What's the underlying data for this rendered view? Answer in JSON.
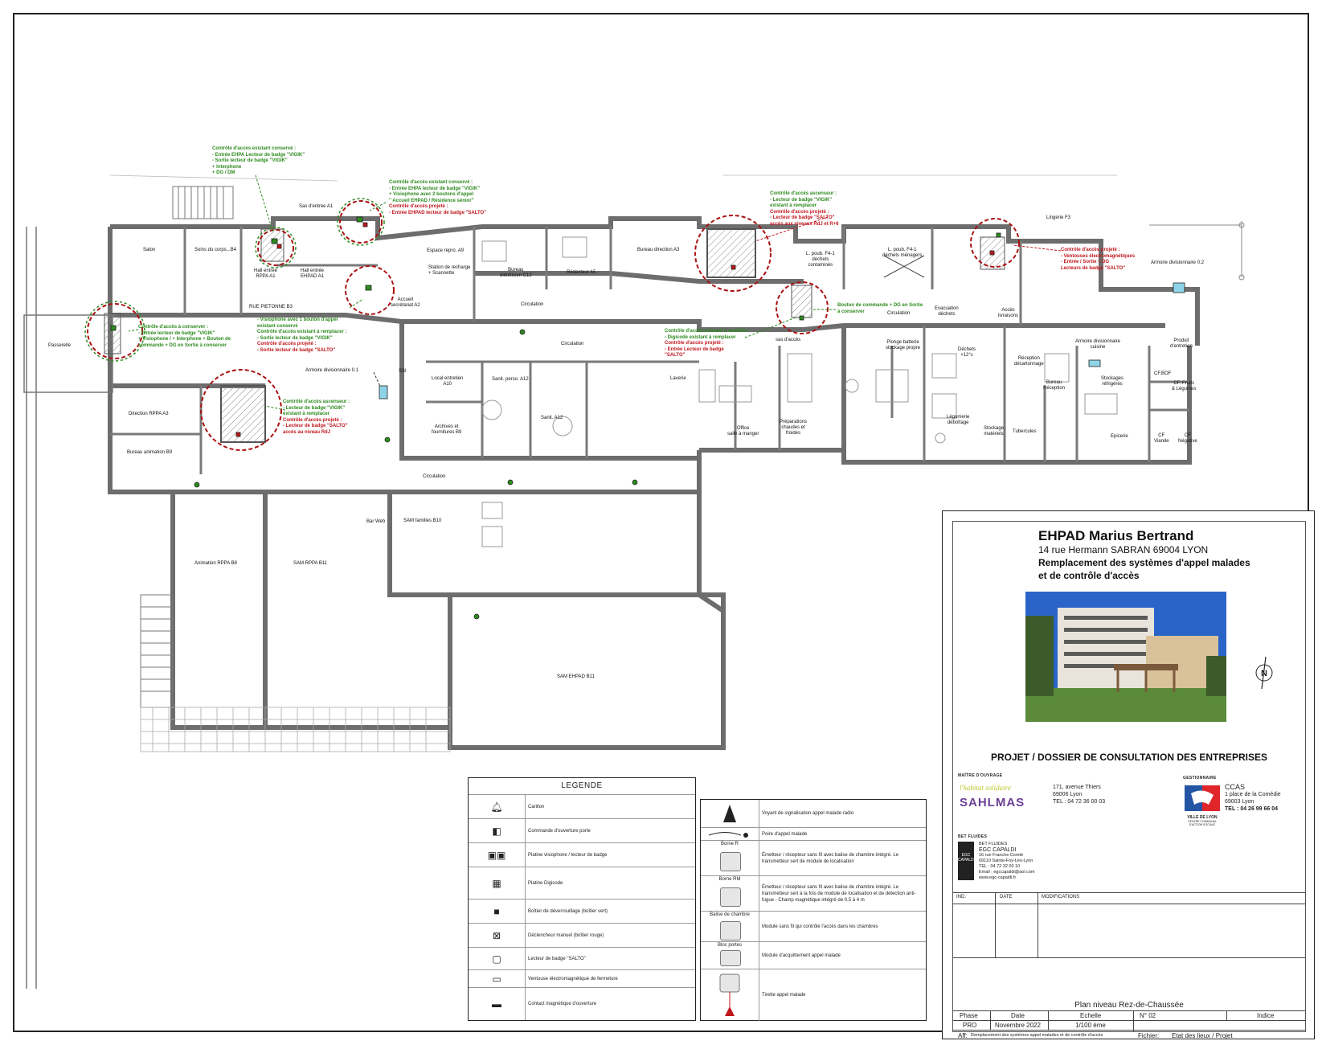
{
  "annotations": {
    "a1": {
      "green": [
        "Contrôle d'accès existant conservé :",
        "- Entrée EHPA Lecteur de badge \"VIGIK\"",
        "- Sortie lecteur de badge \"VIGIK\"",
        "+ Interphone",
        "+ DG / DM"
      ]
    },
    "a2": {
      "green": [
        "Contrôle d'accès existant conservé :",
        "- Entrée EHPA lecteur de badge \"VIGIK\"",
        "+ Visiophone avec 2 boutons d'appel",
        "\" Accueil EHPAD / Résidence sénior\""
      ],
      "red": [
        "Contrôle d'accès projeté :",
        "- Entrée EHPAD lecteur de badge \"SALTO\""
      ]
    },
    "a3": {
      "green": [
        "Contrôle d'accès ascenseur :",
        "- Lecteur de badge \"VIGIK\"",
        "existant à remplacer"
      ],
      "red": [
        "Contrôle d'accès projeté :",
        "- Lecteur de badge \"SALTO\"",
        "accès aux niveaux RdJ et R+6"
      ]
    },
    "a4": {
      "red": [
        "Contrôle d'accès projeté :",
        "- Ventouses électromagnétiques",
        "- Entrée / Sortie + DG",
        "Lecteurs de badge \"SALTO\""
      ]
    },
    "a5": {
      "green": [
        "Contrôle d'accès à conserver :",
        "- Entrée lecteur de badge \"VIGIK\"",
        "+ Visiophone / + Interphone + Bouton de",
        "commande + DG en Sortie à conserver"
      ]
    },
    "a6": {
      "green": [
        "- Visiophone avec 1 bouton d'appel",
        "existant conservé",
        "Contrôle d'accès existant à remplacer :",
        "- Sortie lecteur de badge \"VIGIK\""
      ],
      "red": [
        "Contrôle d'accès projeté :",
        "- Sortie lecteur de badge \"SALTO\""
      ]
    },
    "a7": {
      "green": [
        "Bouton de commande + DG en Sortie",
        "à conserver"
      ]
    },
    "a8": {
      "green": [
        "Contrôle d'accès existant à modifier :",
        "- Digicode existant à remplacer"
      ],
      "red": [
        "Contrôle d'accès projeté :",
        "- Entrée Lecteur de badge",
        "\"SALTO\""
      ]
    },
    "a9": {
      "green": [
        "Contrôle d'accès ascenseur :",
        "- Lecteur de badge \"VIGIK\"",
        "existant à remplacer"
      ],
      "red": [
        "Contrôle d'accès projeté :",
        "- Lecteur de badge \"SALTO\"",
        "accès au niveau RdJ"
      ]
    }
  },
  "rooms": {
    "sas": "Sas d'entrée A1",
    "salon": "Salon",
    "soins": "Soins du corps...B4",
    "hall_rppa": "Hall entrée\nRPPA A1",
    "hall_ehpad": "Hall entrée\nEHPAD A1",
    "espace_repro": "Espace repro. A9",
    "station": "Station de recharge\n+ Scannette",
    "bureau_diet": "Bureau\ndiététicien C12",
    "redacteur": "Rédacteur A5",
    "bureau_direction": "Bureau direction A3",
    "lpoub1": "L. poub. F4-1\ndéchets\ncontaminés",
    "lpoub2": "L. poub. F4-1\ndéchets ménagers",
    "lingerie": "Lingerie F3",
    "armoire_02": "Armoire divisionnaire 0.2",
    "rue": "RUE PIETONNE B3",
    "accueil": "Accueil\nsecrétariat A2",
    "circulation": "Circulation",
    "passerelle": "Passerelle",
    "armoire_01": "Armoire divisionnaire 0.1",
    "ssi": "SSI",
    "local_entretien": "Local entretien\nA10",
    "sanit_perso": "Sanit. perso. A12",
    "sanit_a12": "Sanit. A12",
    "archives": "Archives et\nfournitures B9",
    "laverie": "Laverie",
    "office": "Office\nsalle à manger",
    "sas_acces": "sas d'accès",
    "preparations": "Préparations\nchaudes et\nfroides",
    "plonge": "Plonge batterie\nstockage propre",
    "evacuation": "Evacuation\ndéchets",
    "acces_livraisons": "Accès\nlivraisons",
    "dechets_12": "Déchets\n+12°c",
    "reception_decart": "Réception\ndécartonnage",
    "armoire_cuisine": "Armoire divisionnaire\ncuisine",
    "produit_entretien": "Produit\nd'entretien",
    "cf_bof": "CF.BOF",
    "cf_fruits": "CF. Fruits\n& Légumes",
    "bureau_reception": "Bureau\nRéception",
    "stockages_refr": "Stockages\nréfrigérés",
    "legumerie": "Légumerie\ndéboîtage",
    "stockage_mat": "Stockage\nmatériels",
    "tubercules": "Tubercules",
    "epicerie": "Epicerie",
    "cf_viande": "CF\nViande",
    "cf_negative": "CF\nNégative",
    "direction_rppa": "Direction RPPA A3",
    "bureau_animation": "Bureau animation B9",
    "animation_rppa": "Animation RPPA B8",
    "sam_rppa": "SAM RPPA B11",
    "bar_web": "Bar Web",
    "sam_familles": "SAM familles B10",
    "sam_ehpad": "SAM EHPAD B11",
    "circulation_a": "Circulation"
  },
  "legend": {
    "title": "LEGENDE",
    "items": [
      "Carillon",
      "Commande d'ouverture porte",
      "Platine visiophone / lecteur de badge",
      "Platine Digicode",
      "Boîtier de déverrouillage (boîtier vert)",
      "Déclencheur manuel (boîtier rouge)",
      "Lecteur de badge \"SALTO\"",
      "Ventouse électromagnétique de fermeture",
      "Contact magnétique d'ouverture"
    ]
  },
  "legend2": {
    "items": [
      {
        "cap": "",
        "label": "Voyant de signalisation appel malade radio"
      },
      {
        "cap": "",
        "label": "Poire d'appel malade"
      },
      {
        "cap": "Borne R",
        "label": "Émetteur / récepteur sans fil avec balise de chambre intégré. Le transmetteur sert de module de localisation"
      },
      {
        "cap": "Borne RM",
        "label": "Émetteur / récepteur sans fil avec balise de chambre intégré. Le transmetteur sert à la fois de module de localisation et de détection anti-fugue - Champ magnétique intégré de 0,5 à 4 m"
      },
      {
        "cap": "Balise de chambre",
        "label": "Module sans fil qui contrôle l'accès dans les chambres"
      },
      {
        "cap": "Bloc portes",
        "label": "Module d'acquittement appel malade"
      },
      {
        "cap": "",
        "label": "Tirette appel malade"
      }
    ]
  },
  "titleblock": {
    "title": "EHPAD Marius Bertrand",
    "address": "14 rue Hermann SABRAN 69004 LYON",
    "subtitle1": "Remplacement des systèmes d'appel malades",
    "subtitle2": "et de contrôle d'accès",
    "projet": "PROJET / DOSSIER DE CONSULTATION DES ENTREPRISES",
    "moa_label": "MAÎTRE D'OUVRAGE",
    "moa_logo_small": "l'habitat solidaire",
    "moa_logo": "SAHLMAS",
    "moa_addr": [
      "171, avenue Thiers",
      "69006 Lyon",
      "TEL : 04 72 36 00 03"
    ],
    "gest_label": "GESTIONNAIRE",
    "gest_logo": "VILLE DE LYON",
    "gest_logo_sub": "CENTRE COMMUNAL\nD'ACTION SOCIALE",
    "gest_name": "CCAS",
    "gest_addr": [
      "1 place de la Comédie",
      "69003 Lyon",
      "TEL : 04 26 99 66 04"
    ],
    "bet_label": "BET FLUIDES",
    "bet_logo": "EGC\nCAPALDI",
    "bet_lines": [
      "BET FLUIDES",
      "EGC CAPALDI",
      "16 rue Franche Comté",
      "69110 Sainte-Foy-Lès-Lyon",
      "TEL : 04 72 32 00 10",
      "Email : egccapaldi@aol.com",
      "www.egc-capaldi.fr"
    ],
    "ind": "IND.",
    "date": "DATE",
    "modifications": "MODIFICATIONS",
    "plan_name": "Plan niveau Rez-de-Chaussée",
    "h_phase": "Phase",
    "h_date": "Date",
    "h_echelle": "Echelle",
    "h_no": "N° 02",
    "h_indice": "Indice",
    "v_phase": "PRO",
    "v_date": "Novembre 2022",
    "v_echelle": "1/100 ème",
    "aff_label": "Aff:",
    "aff_value": "Remplacement des systèmes appel malades et de contrôle d'accès",
    "fichier_label": "Fichier:",
    "fichier_value": "Etat des lieux / Projet",
    "north": "N"
  },
  "colors": {
    "green": "#2d8a1e",
    "red": "#c0161c",
    "wall": "#6d6d6d"
  }
}
